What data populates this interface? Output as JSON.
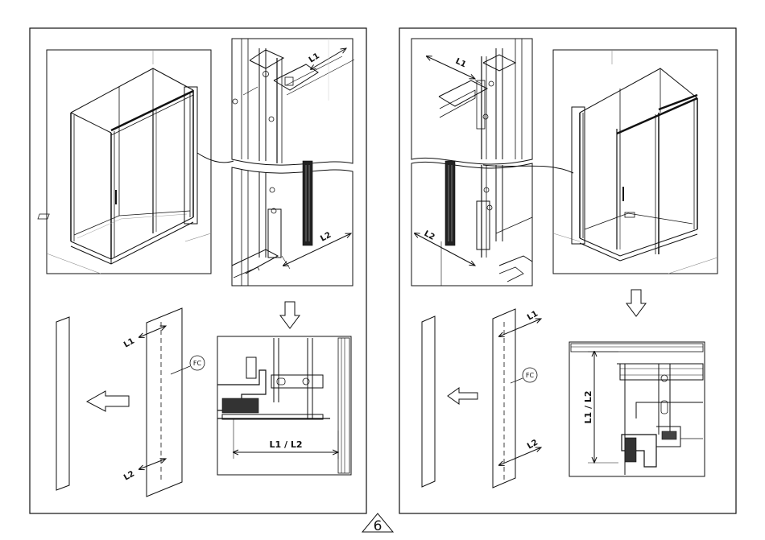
{
  "labels": {
    "l1": "L1",
    "l2": "L2",
    "l1_l2": "L1 / L2",
    "fc": "FC"
  },
  "page_number": "6"
}
